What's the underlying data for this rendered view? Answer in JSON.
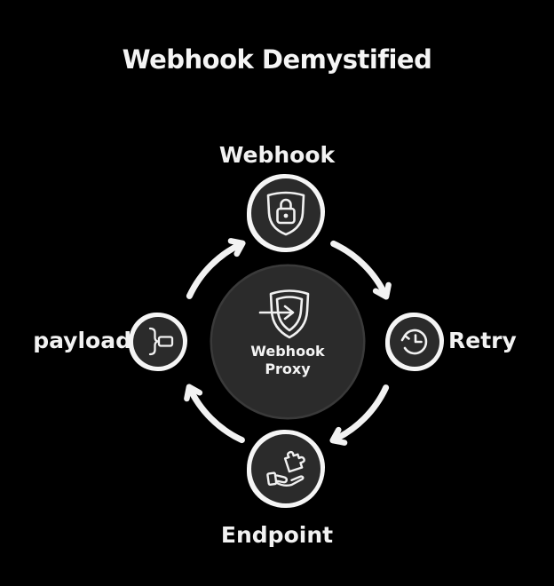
{
  "title": {
    "text": "Webhook Demystified"
  },
  "hub": {
    "label_line1": "Webhook",
    "label_line2": "Proxy",
    "icon": "shield-arrow-icon",
    "circle_color": "#2b2b2b"
  },
  "nodes": {
    "top": {
      "label": "Webhook",
      "icon": "shield-lock-icon"
    },
    "right": {
      "label": "Retry",
      "icon": "history-clock-icon"
    },
    "bottom": {
      "label": "Endpoint",
      "icon": "hand-puzzle-icon"
    },
    "left": {
      "label": "payload",
      "icon": "payload-transform-icon"
    }
  },
  "flow": {
    "direction": "clockwise",
    "arrow_color": "#f2f2f2",
    "arcs": [
      "left-to-top",
      "top-to-right",
      "right-to-bottom",
      "bottom-to-left"
    ]
  },
  "colors": {
    "background": "#000000",
    "circle_fill": "#2b2b2b",
    "ring": "#f5f5f5",
    "text": "#f3f3f3",
    "icon_stroke": "#f1f1f1"
  }
}
